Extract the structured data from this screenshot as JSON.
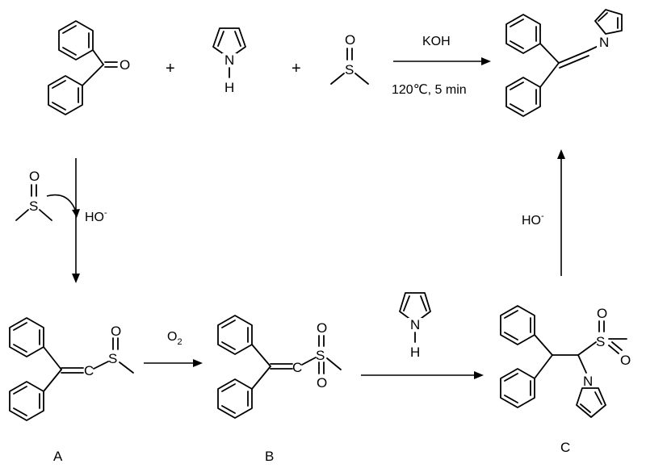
{
  "reaction": {
    "reagent_top": "KOH",
    "condition_top": "120℃, 5 min",
    "plus": "+",
    "reagent_left": "HO",
    "reagent_right": "HO",
    "superscript_minus": "-",
    "oxidant": "O",
    "oxidant_sub": "2"
  },
  "atoms": {
    "O": "O",
    "S": "S",
    "N": "N",
    "H": "H",
    "C": "C"
  },
  "labels": {
    "A": "A",
    "B": "B",
    "C": "C"
  }
}
